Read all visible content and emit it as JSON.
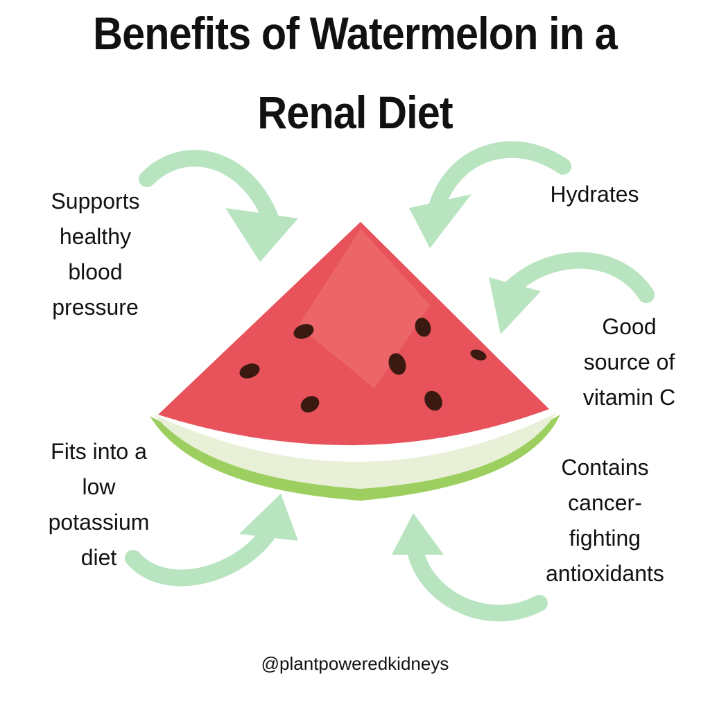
{
  "title": {
    "line1": "Benefits of Watermelon in a",
    "line2": "Renal Diet"
  },
  "benefits": [
    {
      "label": "Supports\nhealthy\nblood\npressure"
    },
    {
      "label": "Hydrates"
    },
    {
      "label": "Good\nsource of\nvitamin C"
    },
    {
      "label": "Fits into a\nlow\npotassium\ndiet"
    },
    {
      "label": "Contains\ncancer-\nfighting\nantioxidants"
    }
  ],
  "handle": "@plantpoweredkidneys",
  "colors": {
    "arrow": "#b8e4c0",
    "flesh": "#e8525a",
    "rind": "#a6d46a",
    "seed": "#3a1a10"
  },
  "image": {
    "subject": "watermelon-slice"
  }
}
